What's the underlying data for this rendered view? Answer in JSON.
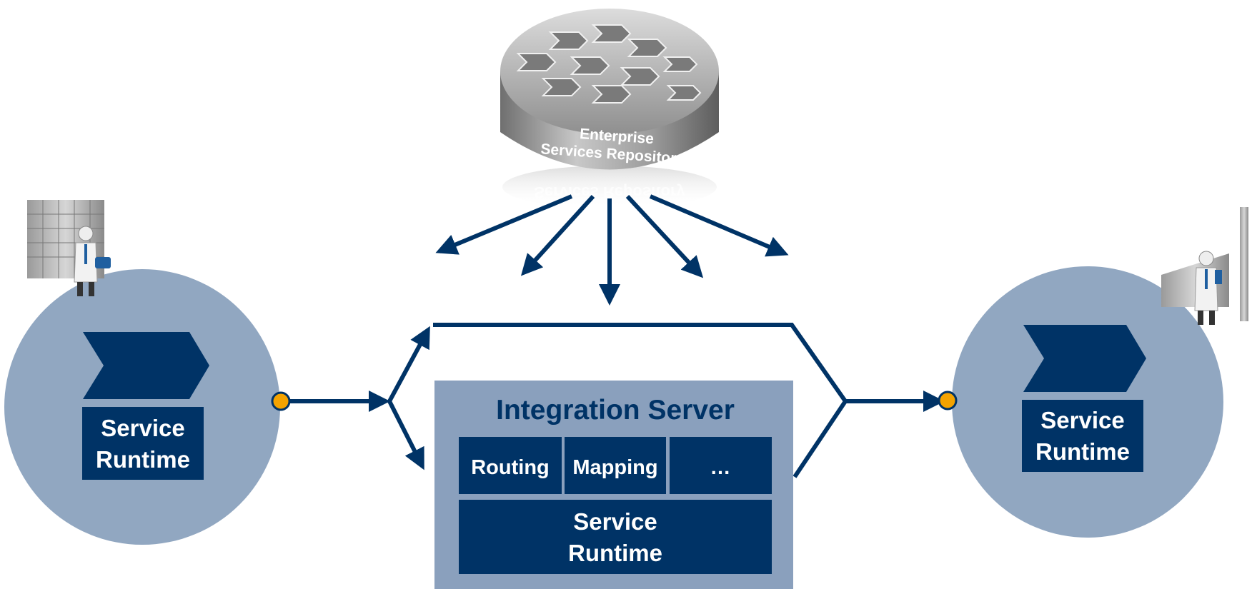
{
  "repository": {
    "label_line1": "Enterprise",
    "label_line2": "Services Repository",
    "reflection": "Services Repository"
  },
  "left_system": {
    "icon": "building-with-person-icon",
    "runtime_line1": "Service",
    "runtime_line2": "Runtime"
  },
  "right_system": {
    "icon": "factory-with-person-icon",
    "runtime_line1": "Service",
    "runtime_line2": "Runtime"
  },
  "integration_server": {
    "title": "Integration Server",
    "modules": [
      "Routing",
      "Mapping",
      "…"
    ],
    "runtime_line1": "Service",
    "runtime_line2": "Runtime"
  },
  "colors": {
    "dark_blue": "#003366",
    "circle_fill": "#91a7c1",
    "server_fill": "#8aa0bd",
    "connector_dot": "#f4a300"
  }
}
